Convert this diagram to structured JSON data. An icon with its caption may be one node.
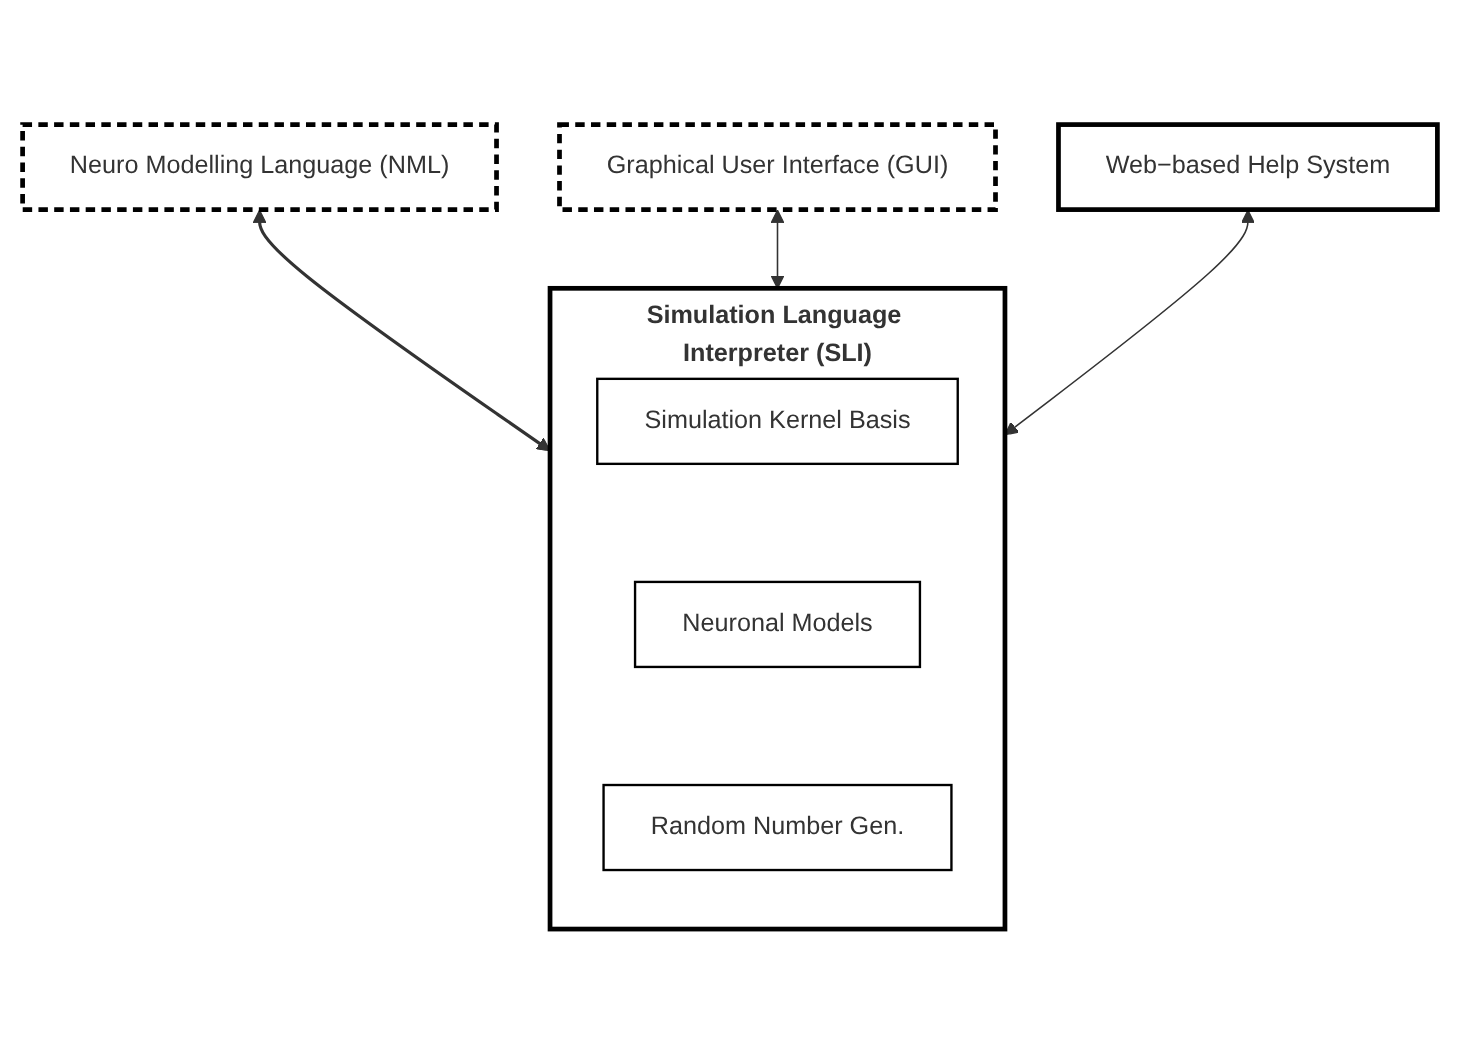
{
  "diagram": {
    "nodes": [
      {
        "text": [
          "Neuro Modelling Language (NML)"
        ]
      },
      {
        "text": [
          "Graphical User Interface (GUI)"
        ]
      },
      {
        "text": [
          "Web−based Help System"
        ]
      },
      {
        "text": [
          "Simulation Language Interpreter (SLI)"
        ]
      },
      {
        "text": [
          "Simulation Kernel Basis"
        ],
        "in": 3
      },
      {
        "text": [
          "Neuronal Models"
        ],
        "in": 3
      },
      {
        "text": [
          "Random Number Gen."
        ],
        "in": 3
      }
    ],
    "edges": [
      {
        "from": 0,
        "to": 3,
        "arrow": "both"
      },
      {
        "from": 1,
        "to": 3,
        "arrow": "both"
      },
      {
        "from": 2,
        "to": 3,
        "arrow": "both"
      }
    ]
  }
}
